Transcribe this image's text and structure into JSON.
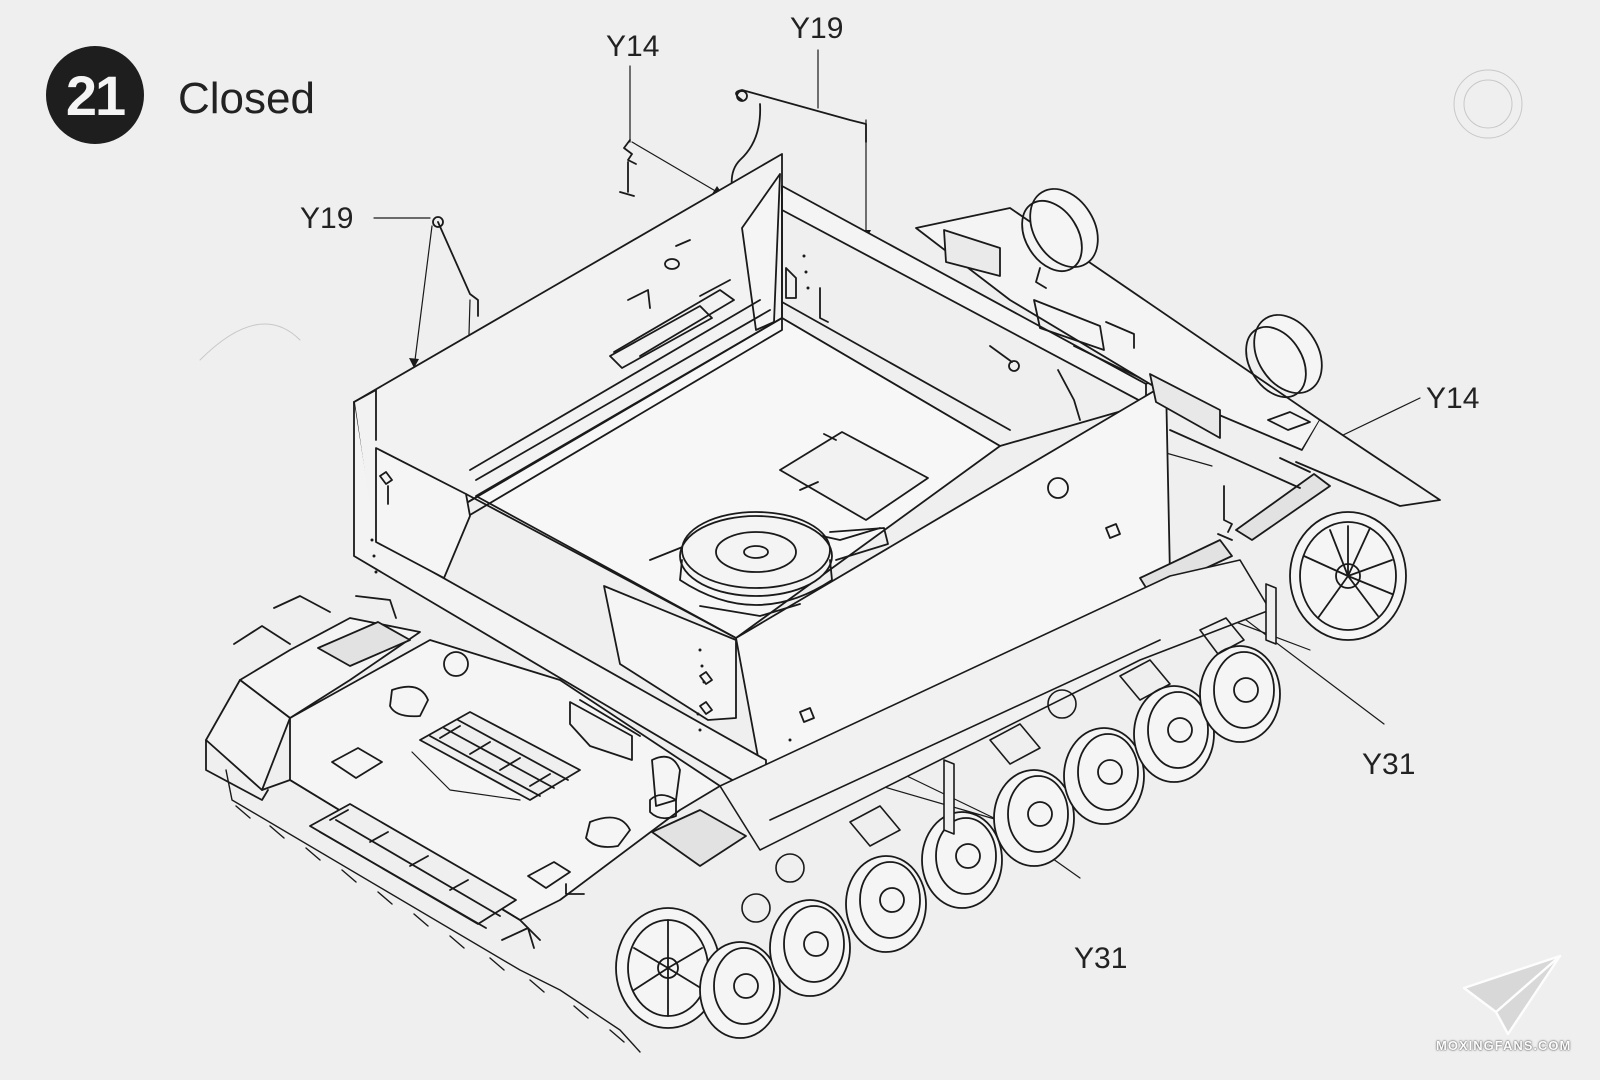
{
  "step": {
    "number": "21",
    "title": "Closed"
  },
  "callouts": {
    "y14_top": "Y14",
    "y19_top": "Y19",
    "y19_left": "Y19",
    "y14_right": "Y14",
    "y31_right": "Y31",
    "y31_bottom": "Y31"
  },
  "watermark": {
    "text": "MOXINGFANS.COM"
  },
  "colors": {
    "line": "#1a1a1a",
    "paper": "#efefef",
    "badge": "#1e1e1e"
  }
}
